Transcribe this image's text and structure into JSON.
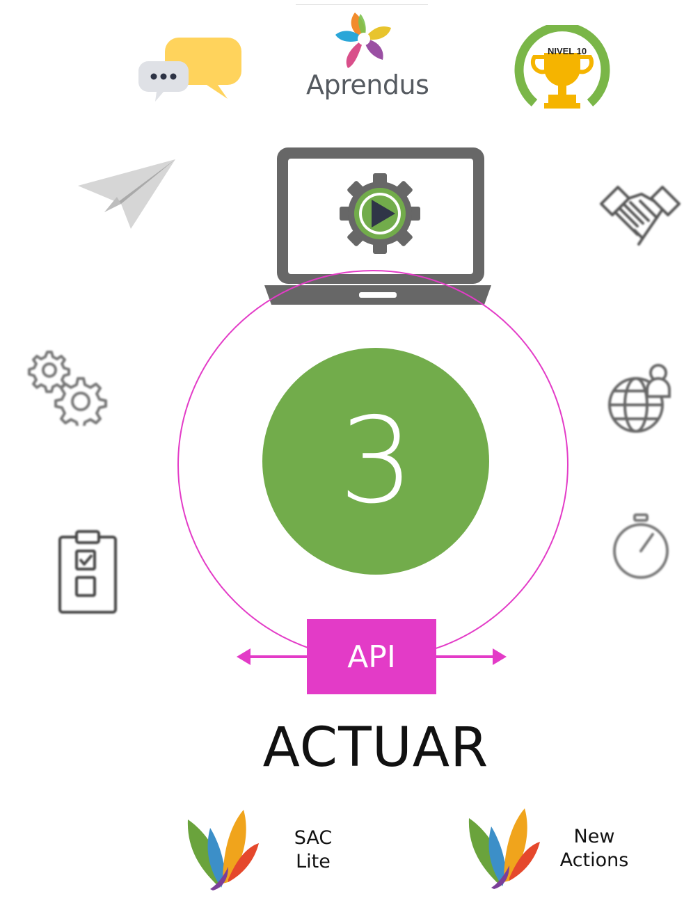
{
  "brand": {
    "name": "Aprendus",
    "badge_text": "NIVEL 10"
  },
  "center": {
    "step_number": "3",
    "api_label": "API",
    "title": "ACTUAR"
  },
  "products": [
    {
      "line1": "SAC",
      "line2": "Lite"
    },
    {
      "line1": "New",
      "line2": "Actions"
    }
  ],
  "icons": {
    "top_left": "chat-bubbles-icon",
    "top_center": "aprendus-flower-logo",
    "top_right": "trophy-badge-icon",
    "center": "laptop-gear-play-icon",
    "left": [
      "paper-plane-icon",
      "gears-icon",
      "checklist-icon"
    ],
    "right": [
      "handshake-icon",
      "globe-person-icon",
      "stopwatch-icon"
    ]
  },
  "colors": {
    "accent_magenta": "#e33bc7",
    "accent_green": "#72ac4b",
    "laptop_gray": "#676767",
    "icon_gray": "#555555",
    "bubble_yellow": "#ffd35c",
    "bubble_gray": "#dfe1e6"
  }
}
